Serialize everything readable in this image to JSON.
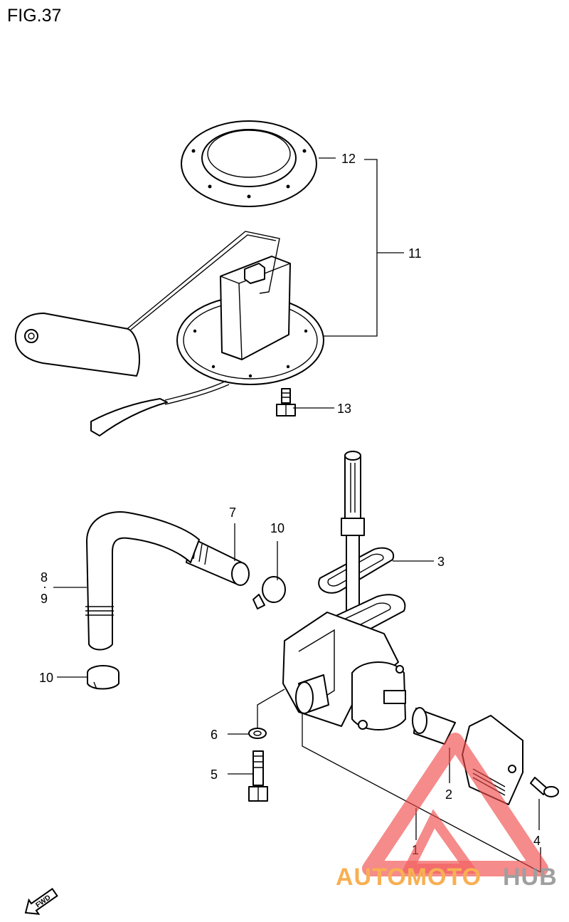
{
  "figure": {
    "title": "FIG.37"
  },
  "callouts": {
    "c1": "1",
    "c2": "2",
    "c3": "3",
    "c4": "4",
    "c5": "5",
    "c6": "6",
    "c7": "7",
    "c8": "8",
    "c8_sep": "·",
    "c9": "9",
    "c10a": "10",
    "c10b": "10",
    "c11": "11",
    "c12": "12",
    "c13": "13"
  },
  "fwd_badge": {
    "label": "FWD"
  },
  "watermark": {
    "part1": "AUTOMOTO",
    "part2": "HUB",
    "color1": "#f7a234",
    "color2": "#8f8f8f",
    "triangle_color": "#f04a4a"
  },
  "colors": {
    "line": "#000000",
    "background": "#ffffff"
  }
}
